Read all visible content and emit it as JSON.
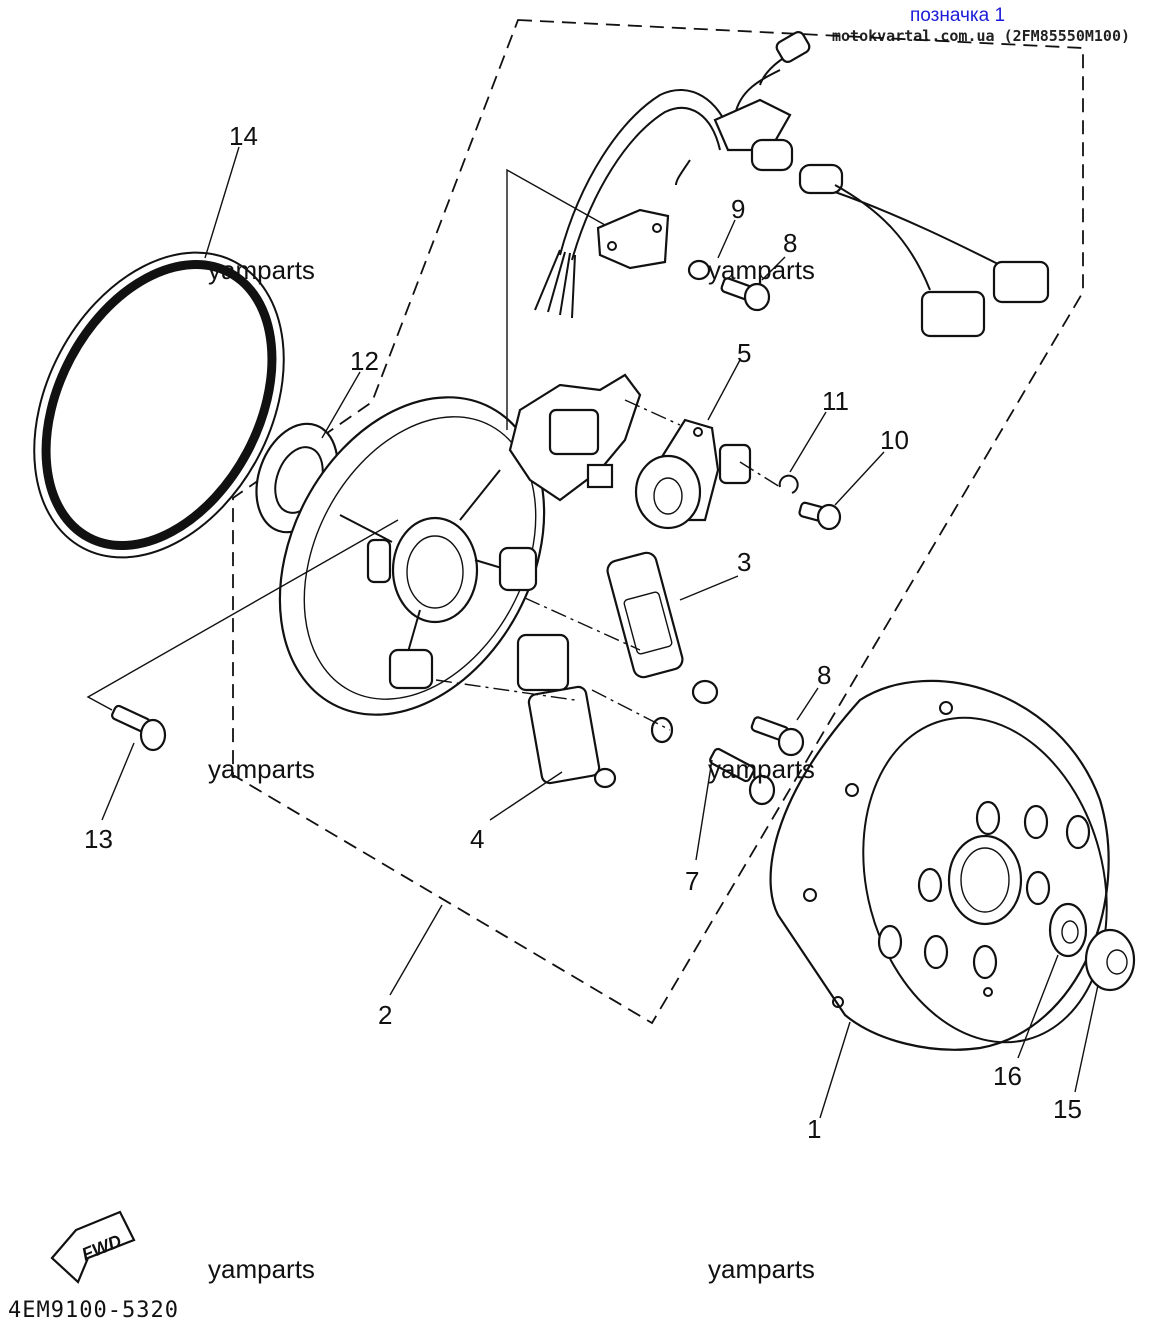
{
  "header": {
    "label_link": "позначка 1",
    "source_text": "motokvartal.com.ua (2FM85550M100)"
  },
  "callouts": [
    "1",
    "2",
    "3",
    "4",
    "5",
    "7",
    "8",
    "8",
    "9",
    "10",
    "11",
    "12",
    "13",
    "14",
    "15",
    "16"
  ],
  "watermarks": [
    "yamparts",
    "yamparts",
    "yamparts",
    "yamparts",
    "yamparts",
    "yamparts"
  ],
  "fwd_label": "FWD",
  "diagram_code": "4EM9100-5320",
  "colors": {
    "ink": "#111111",
    "link": "#1c1cd8",
    "paper": "#ffffff"
  }
}
